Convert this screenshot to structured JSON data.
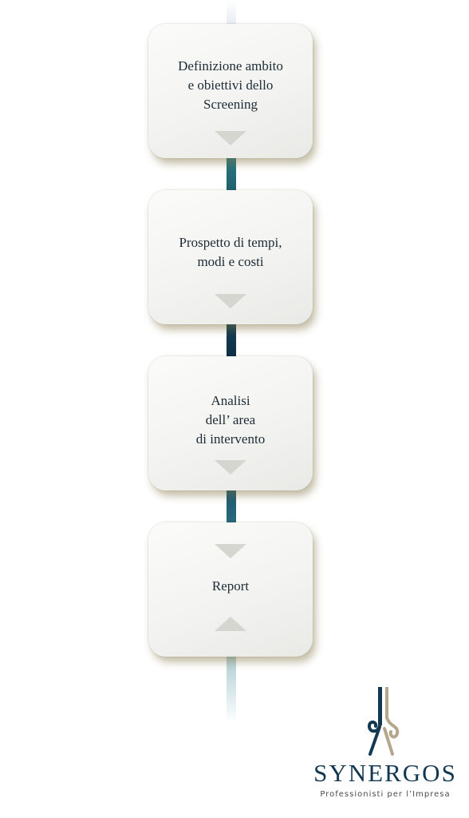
{
  "steps": [
    {
      "label": "Definizione ambito\ne obiettivi dello\nScreening"
    },
    {
      "label": "Prospetto di tempi,\nmodi e costi"
    },
    {
      "label": "Analisi\ndell’ area\ndi intervento"
    },
    {
      "label": "Report"
    }
  ],
  "logo": {
    "name": "SYNERGOS",
    "tagline": "Professionisti per l’Impresa"
  },
  "colors": {
    "connector_top": "#2f7a85",
    "connector_dark": "#0e2f46",
    "connector_light": "#a9c9cf",
    "box_shadow": "#7d6e3c",
    "arrow": "#d6d6d0",
    "brand_navy": "#123852",
    "brand_gold": "#b5a78c"
  },
  "icons": {
    "step_arrow": "triangle-down-icon",
    "report_arrow": "triangle-up-icon",
    "brand_mark": "synergos-monogram-icon"
  }
}
